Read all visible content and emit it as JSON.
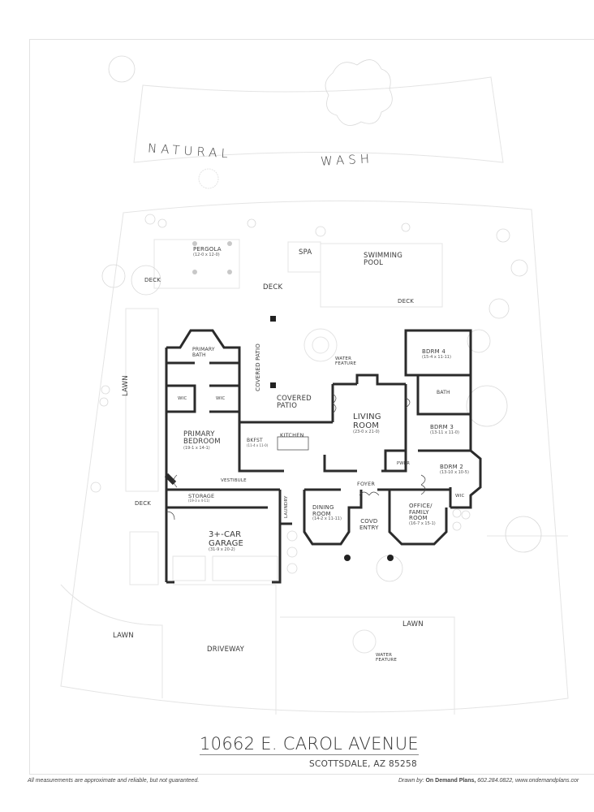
{
  "header": {
    "wash_word1": "NATURAL",
    "wash_word2": "WASH"
  },
  "outdoor": {
    "pergola": {
      "name": "PERGOLA",
      "dim": "(12-0 x 12-0)"
    },
    "spa": "SPA",
    "pool_line1": "SWIMMING",
    "pool_line2": "POOL",
    "deck_left": "DECK",
    "deck_center": "DECK",
    "deck_right": "DECK",
    "deck_lower_left": "DECK",
    "lawn_side": "LAWN",
    "lawn_front_left": "LAWN",
    "lawn_front_right": "LAWN",
    "driveway": "DRIVEWAY",
    "water_feature_back_1": "WATER",
    "water_feature_back_2": "FEATURE",
    "water_feature_front_1": "WATER",
    "water_feature_front_2": "FEATURE",
    "covered_patio_vertical": "COVERED PATIO",
    "covered_patio_1": "COVERED",
    "covered_patio_2": "PATIO",
    "covd_entry_1": "COVD",
    "covd_entry_2": "ENTRY"
  },
  "rooms": {
    "primary_bath_1": "PRIMARY",
    "primary_bath_2": "BATH",
    "wic_left": "WIC",
    "wic_right": "WIC",
    "primary_bedroom_1": "PRIMARY",
    "primary_bedroom_2": "BEDROOM",
    "primary_bedroom_dim": "(19-1 x 14-1)",
    "bkfst": "BKFST",
    "bkfst_dim": "(11-4 x 11-0)",
    "kitchen": "KITCHEN",
    "living_1": "LIVING",
    "living_2": "ROOM",
    "living_dim": "(23-0 x 21-0)",
    "vestibule": "VESTIBULE",
    "storage": "STORAGE",
    "storage_dim": "(19-3 x 4-11)",
    "laundry": "LAUNDRY",
    "garage_1": "3+-CAR",
    "garage_2": "GARAGE",
    "garage_dim": "(31-9 x 20-2)",
    "dining_1": "DINING",
    "dining_2": "ROOM",
    "dining_dim": "(14-2 x 11-11)",
    "foyer": "FOYER",
    "pwdr": "PWDR",
    "office_1": "OFFICE/",
    "office_2": "FAMILY",
    "office_3": "ROOM",
    "office_dim": "(16-7 x 15-1)",
    "bdrm4": "BDRM 4",
    "bdrm4_dim": "(15-4 x 11-11)",
    "bath": "BATH",
    "bdrm3": "BDRM 3",
    "bdrm3_dim": "(13-11 x 11-0)",
    "bdrm2": "BDRM 2",
    "bdrm2_dim": "(13-10 x 10-5)",
    "wic_bdrm2": "WIC"
  },
  "footer": {
    "address": "10662 E. CAROL AVENUE",
    "city": "SCOTTSDALE, AZ 85258",
    "disclaimer": "All measurements are approximate and reliable, but not guaranteed.",
    "drawn_by_label": "Drawn by:",
    "drawn_by_company": "On Demand Plans,",
    "drawn_by_contact": "602.284.0822, www.ondemandplans.cor"
  },
  "colors": {
    "wall": "#2b2b2b",
    "landscape": "#dcdcdc",
    "text": "#3a3a3a"
  }
}
